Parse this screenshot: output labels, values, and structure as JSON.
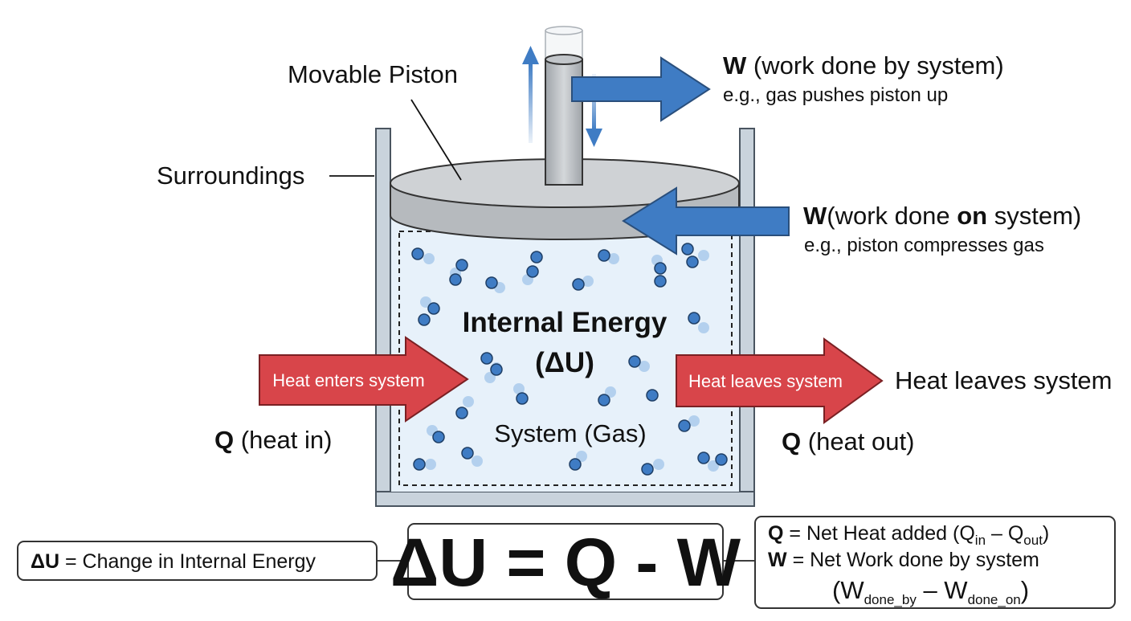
{
  "labels": {
    "movable_piston": "Movable Piston",
    "surroundings": "Surroundings",
    "work_by_symbol": "W",
    "work_by_text": "(work done by system)",
    "work_by_example": "e.g., gas pushes piston up",
    "work_on_symbol": "W",
    "work_on_pre": "(work done ",
    "work_on_bold": "on",
    "work_on_post": " system)",
    "work_on_example": "e.g., piston compresses gas",
    "internal_energy_line1": "Internal Energy",
    "internal_energy_line2": "(ΔU)",
    "system_gas": "System (Gas)",
    "heat_in_arrow": "Heat enters system",
    "heat_out_arrow": "Heat leaves system",
    "heat_out_side": "Heat leaves system",
    "q_in_symbol": "Q",
    "q_in_text": "(heat in)",
    "q_out_symbol": "Q",
    "q_out_text": "(heat out)"
  },
  "formula": {
    "main": "ΔU = Q - W",
    "left_symbol": "ΔU",
    "left_text": "= Change in Internal Energy",
    "q_symbol": "Q",
    "q_text": "= Net Heat added (Q",
    "q_sub_in": "in",
    "q_minus": " – Q",
    "q_sub_out": "out",
    "q_close": ")",
    "w_symbol": "W",
    "w_text": "= Net Work done by system",
    "w_open": "(W",
    "w_sub_by": "done_by",
    "w_minus": " – W",
    "w_sub_on": "done_on",
    "w_close": ")"
  },
  "colors": {
    "work_arrow": "#3f7cc4",
    "heat_arrow": "#d8454a",
    "piston": "#c7cacd",
    "container": "#c9d3dc",
    "gas": "#e7f1fa",
    "molecule": "#3f7cc4"
  }
}
